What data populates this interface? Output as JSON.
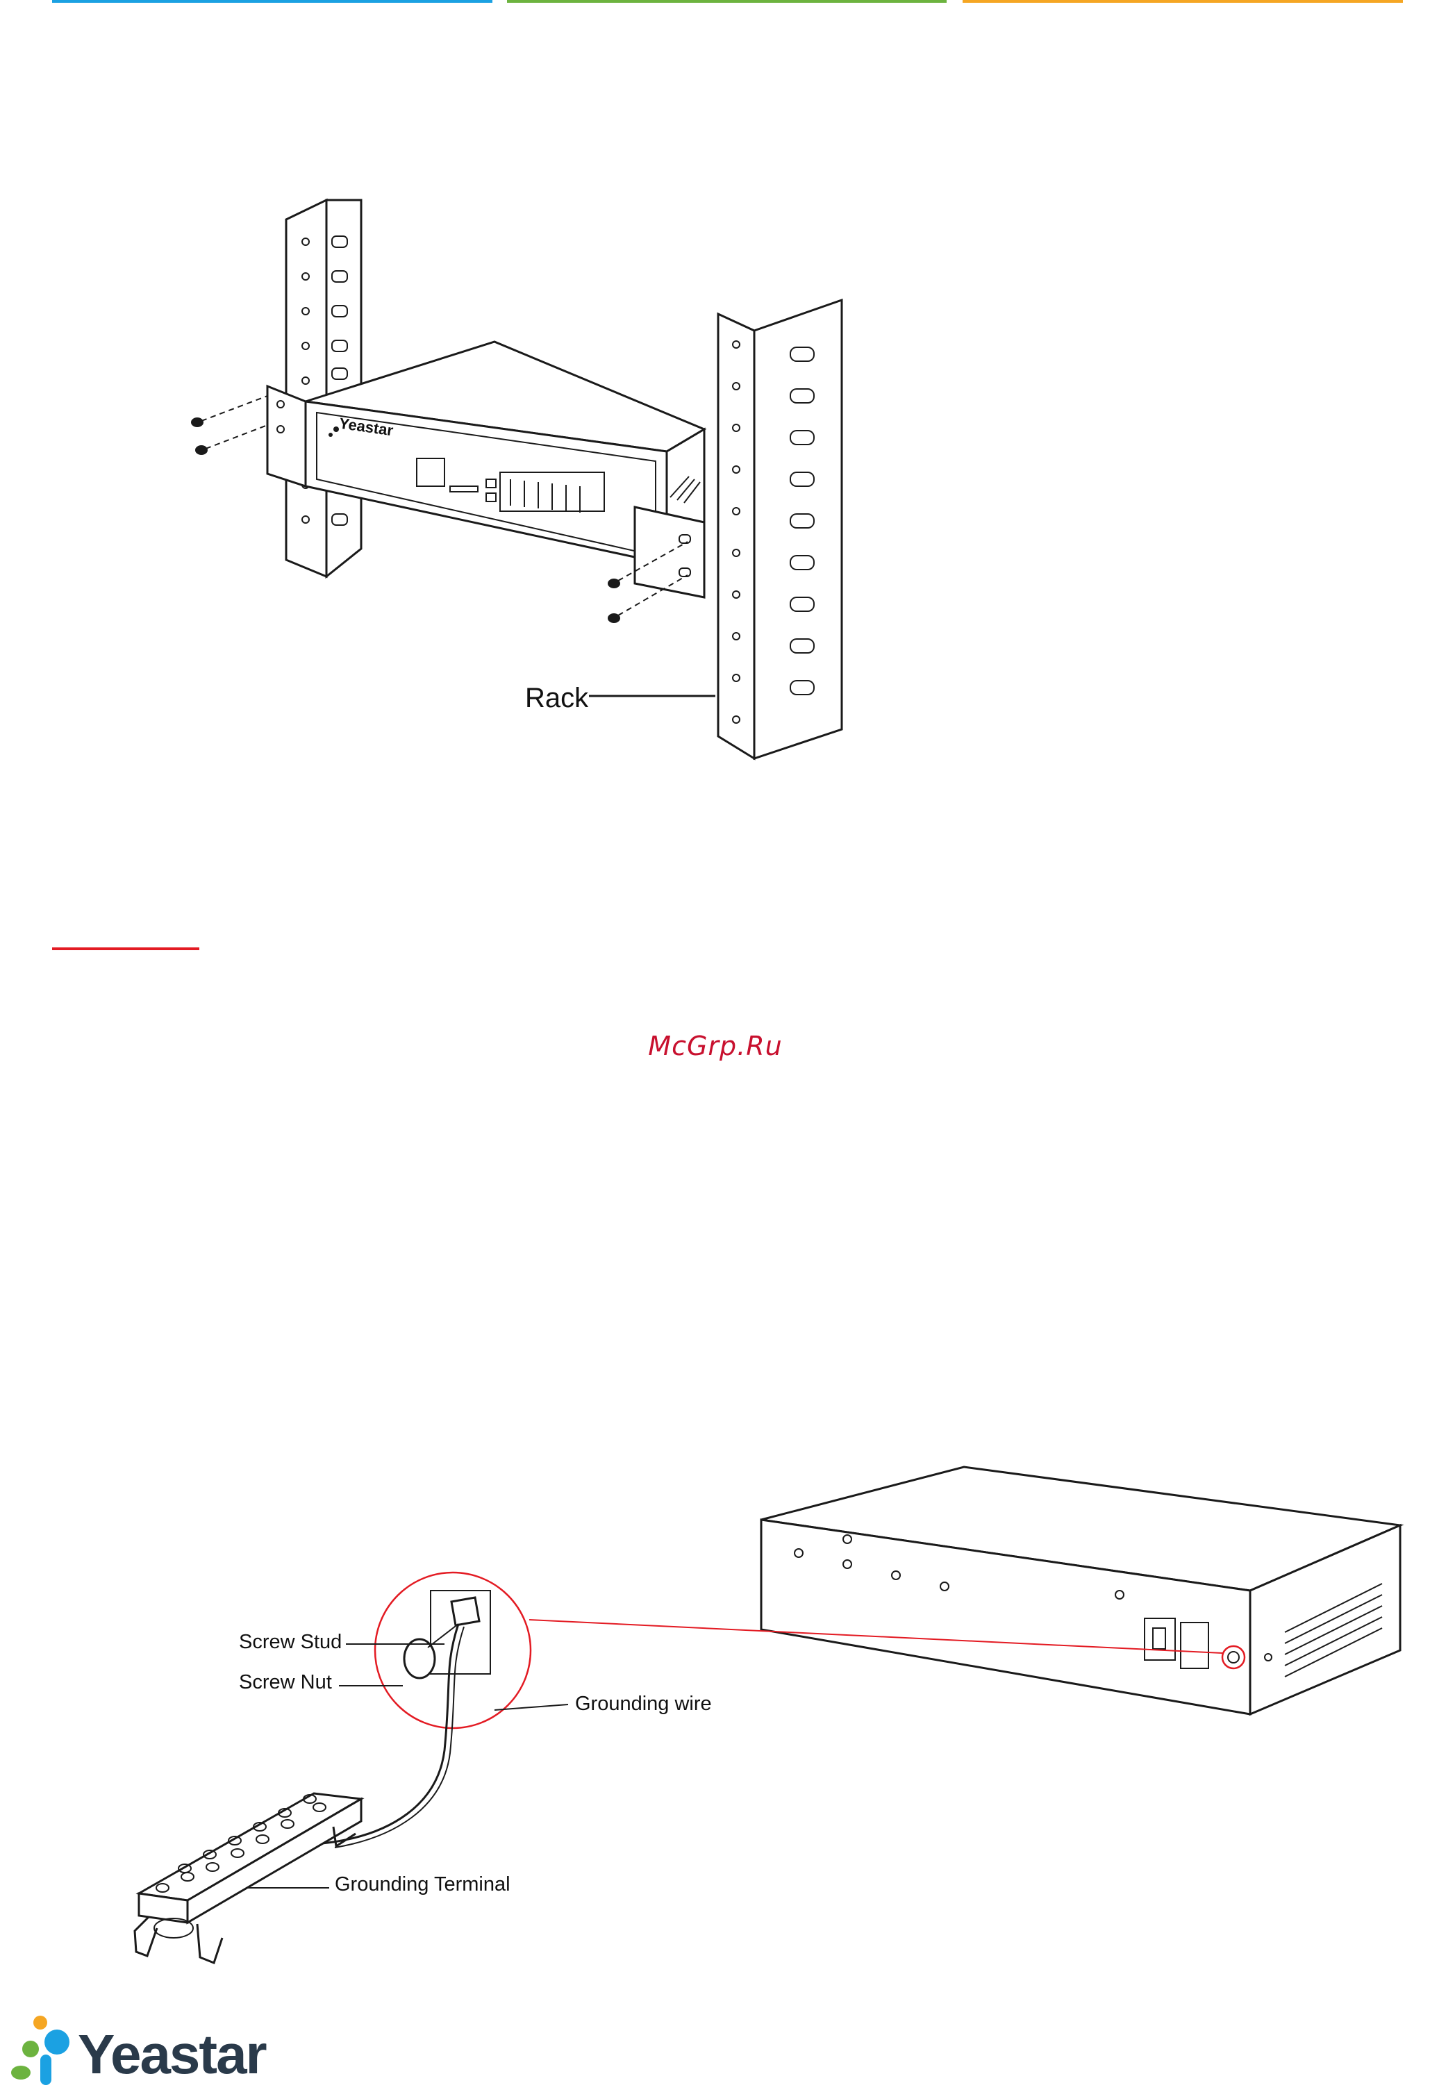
{
  "header": {
    "colors": [
      "#1ba1e2",
      "#6cb33f",
      "#f5a623"
    ]
  },
  "section_rule_color": "#e31b23",
  "watermark": {
    "text": "McGrp.Ru",
    "color": "#c8102e"
  },
  "figures": {
    "rack_mount": {
      "device_logo": "Yeastar",
      "rack_label": "Rack"
    },
    "grounding": {
      "screw_stud_label": "Screw Stud",
      "screw_nut_label": "Screw Nut",
      "grounding_wire_label": "Grounding wire",
      "grounding_terminal_label": "Grounding Terminal",
      "callout_color": "#e31b23"
    }
  },
  "footer": {
    "brand_name": "Yeastar",
    "logo_icon": "yeastar-star-icon",
    "logo_colors": [
      "#1ba1e2",
      "#6cb33f",
      "#f5a623",
      "#e31b23"
    ]
  }
}
